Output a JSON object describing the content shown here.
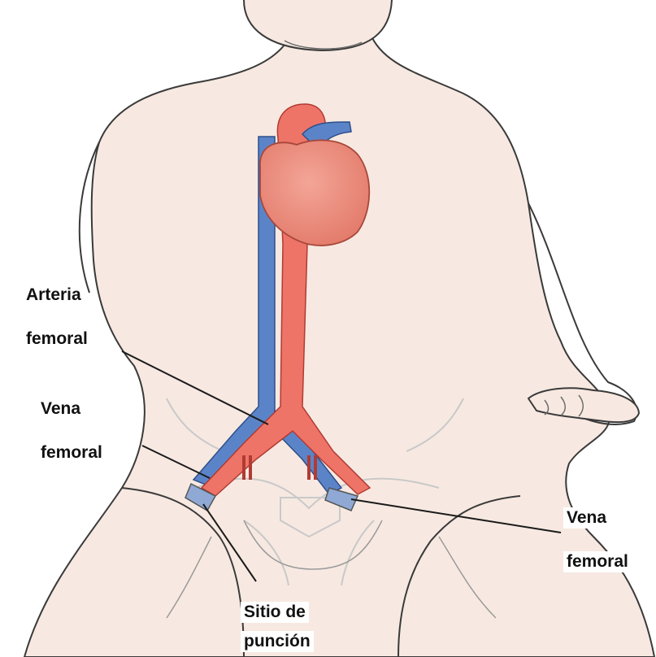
{
  "labels": {
    "arteria": "Arteria",
    "arteria_2": "femoral",
    "vena_left": "Vena",
    "vena_left_2": "femoral",
    "vena_right": "Vena",
    "vena_right_2": "femoral",
    "sitio": "Sitio de",
    "sitio_2": "punción"
  },
  "colors": {
    "skin": "#f7e9e1",
    "outline": "#3a3a3a",
    "artery": "#ef7468",
    "vein": "#5b84c8",
    "heart": "#e9877a",
    "leader": "#1a1a1a"
  }
}
